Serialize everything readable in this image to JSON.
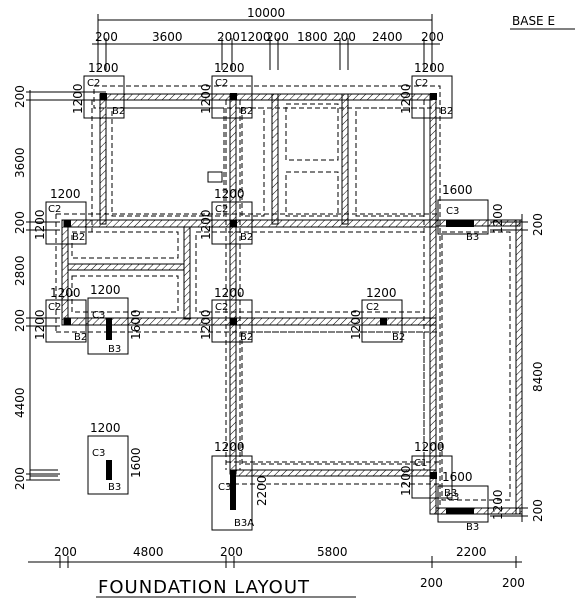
{
  "header": {
    "title": "FOUNDATION LAYOUT",
    "corner_label": "BASE E"
  },
  "dims_top": {
    "overall": "10000",
    "segments": [
      "200",
      "3600",
      "200",
      "1200",
      "200",
      "1800",
      "200",
      "2400",
      "200"
    ]
  },
  "dims_left": {
    "segments": [
      "200",
      "3600",
      "200",
      "2800",
      "200",
      "4400",
      "200"
    ]
  },
  "dims_right": {
    "segments": [
      "200",
      "8400",
      "200"
    ]
  },
  "dims_bottom": {
    "segments": [
      "200",
      "4800",
      "200",
      "5800",
      "2200"
    ],
    "lower": [
      "200",
      "200"
    ]
  },
  "footings": {
    "size_1200": "1200",
    "size_1600": "1600",
    "size_2200": "2200"
  },
  "labels": {
    "c1": "C1",
    "c2": "C2",
    "c3": "C3",
    "b2": "B2",
    "b3": "B3",
    "b3a": "B3A"
  }
}
